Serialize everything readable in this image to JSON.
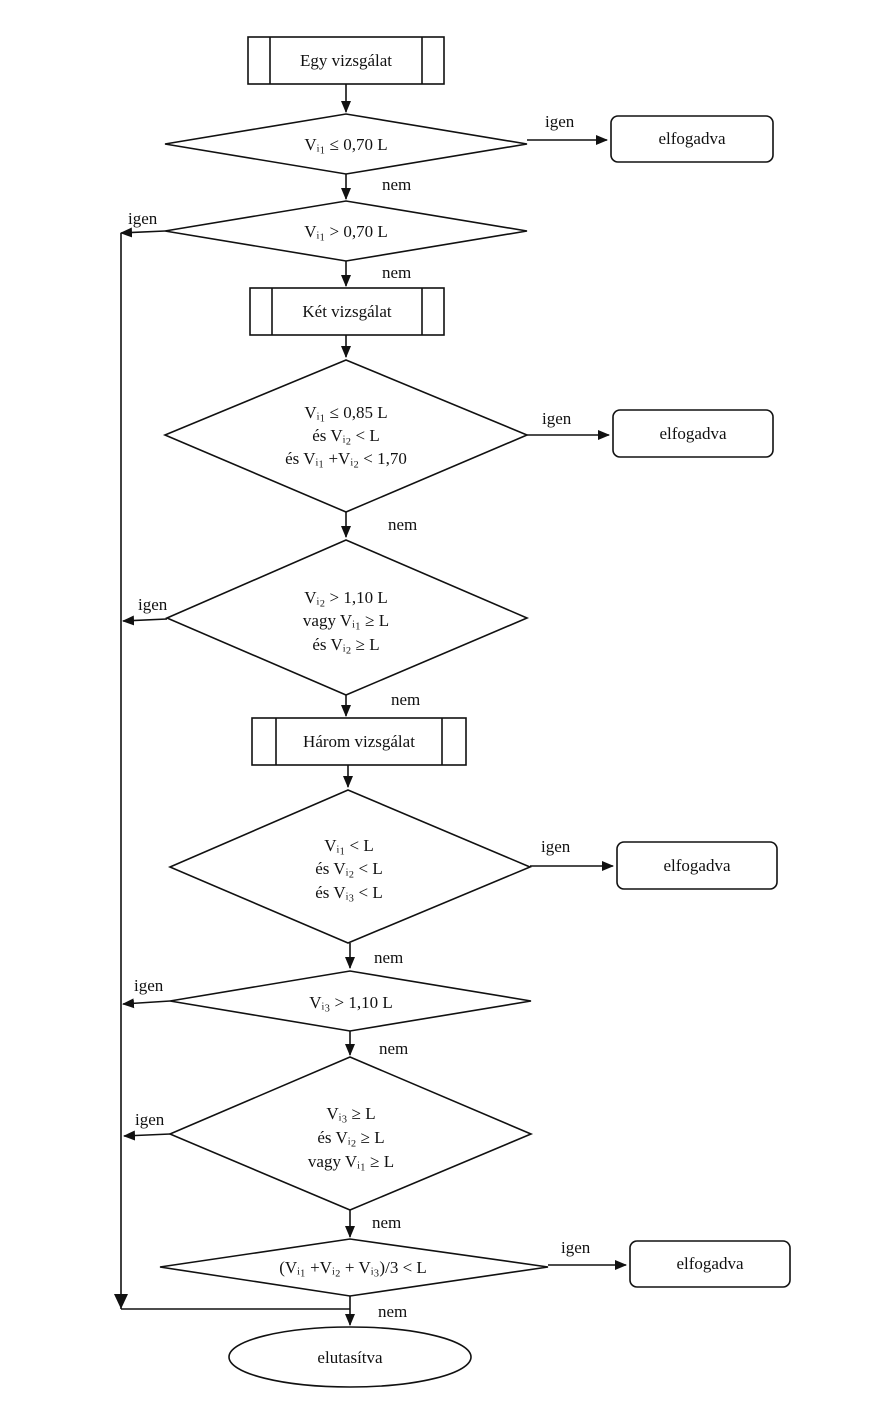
{
  "process_boxes": [
    {
      "label": "Egy vizsgálat"
    },
    {
      "label": "Két vizsgálat"
    },
    {
      "label": "Három vizsgálat"
    }
  ],
  "decisions": [
    {
      "lines": [
        "Vᵢ₁ ≤ 0,70 L"
      ]
    },
    {
      "lines": [
        "Vᵢ₁ > 0,70 L"
      ]
    },
    {
      "lines": [
        "Vᵢ₁ ≤ 0,85 L",
        "és Vᵢ₂ < L",
        "és Vᵢ₁ +Vᵢ₂ < 1,70"
      ]
    },
    {
      "lines": [
        "Vᵢ₂ > 1,10 L",
        "vagy Vᵢ₁ ≥ L",
        "és Vᵢ₂ ≥ L"
      ]
    },
    {
      "lines": [
        "Vᵢ₁ < L",
        "és Vᵢ₂ < L",
        "és Vᵢ₃ < L"
      ]
    },
    {
      "lines": [
        "Vᵢ₃ > 1,10 L"
      ]
    },
    {
      "lines": [
        "Vᵢ₃ ≥ L",
        "és Vᵢ₂ ≥ L",
        "vagy Vᵢ₁ ≥ L"
      ]
    },
    {
      "lines": [
        "(Vᵢ₁ +Vᵢ₂ + Vᵢ₃)/3 < L"
      ]
    }
  ],
  "accepted_boxes": [
    {
      "label": "elfogadva"
    },
    {
      "label": "elfogadva"
    },
    {
      "label": "elfogadva"
    },
    {
      "label": "elfogadva"
    }
  ],
  "terminal": {
    "label": "elutasítva"
  },
  "branch_labels": {
    "yes": "igen",
    "no": "nem"
  }
}
